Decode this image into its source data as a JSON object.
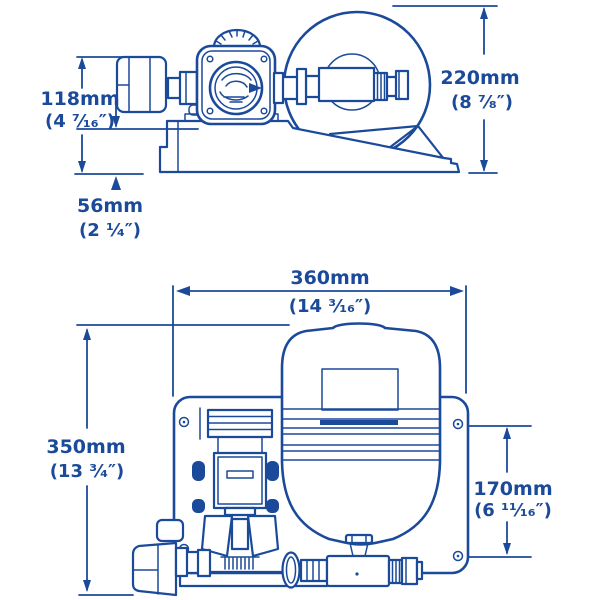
{
  "page": {
    "background": "#ffffff",
    "colors": {
      "line": "#1b4a9a"
    }
  },
  "drawing": {
    "views": {
      "side_view": {
        "dimensions": {
          "inlet_height": {
            "mm": "118mm",
            "inch": "(4 ⁷⁄₁₆″)"
          },
          "base_height": {
            "mm": "56mm",
            "inch": "(2 ¹⁄₄″)"
          },
          "overall_height": {
            "mm": "220mm",
            "inch": "(8 ⁷⁄₈″)"
          }
        }
      },
      "top_view": {
        "dimensions": {
          "overall_width": {
            "mm": "360mm",
            "inch": "(14 ³⁄₁₆″)"
          },
          "overall_depth": {
            "mm": "350mm",
            "inch": "(13 ³⁄₄″)"
          },
          "mount_hole_spacing": {
            "mm": "170mm",
            "inch": "(6 ¹¹⁄₁₆″)"
          }
        }
      }
    }
  }
}
